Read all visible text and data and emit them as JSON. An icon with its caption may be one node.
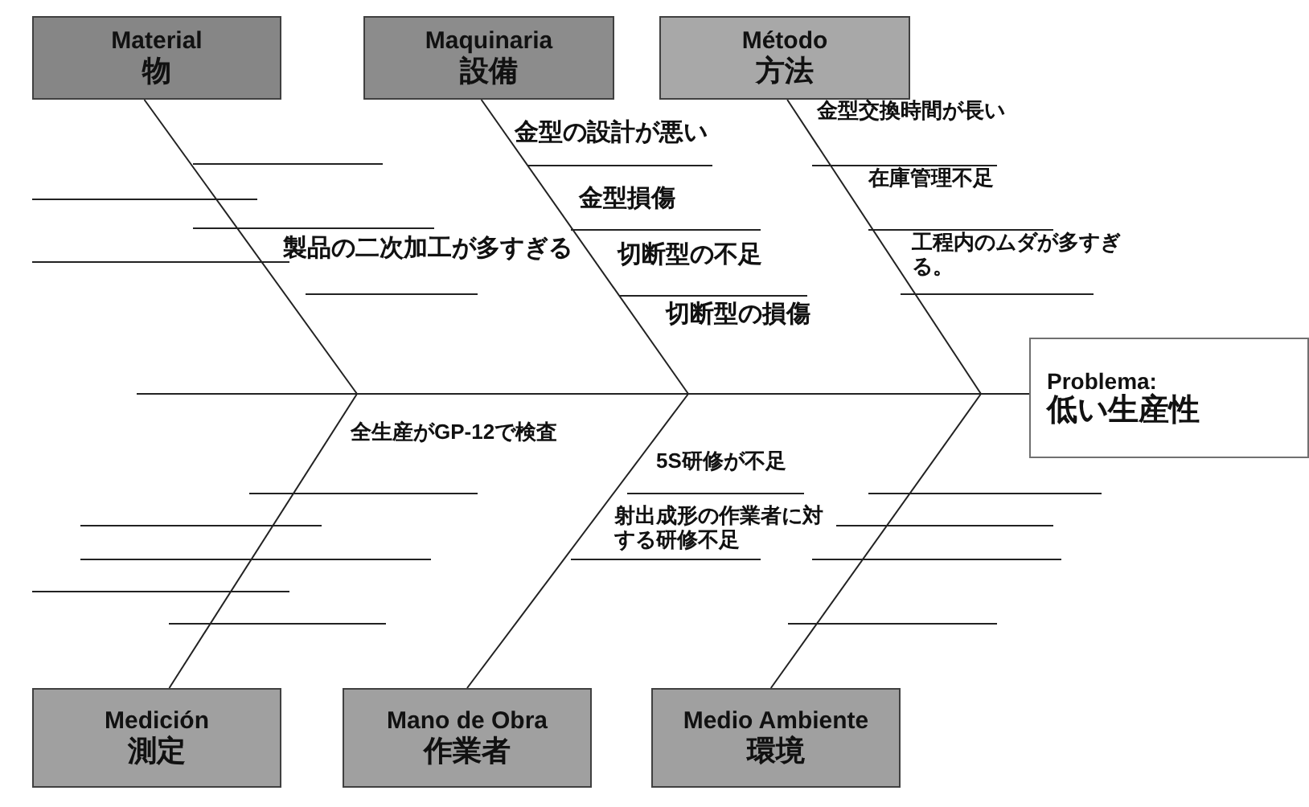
{
  "diagram": {
    "nodes": [
      {
        "text": [
          "Material",
          "物"
        ]
      },
      {
        "text": [
          "Maquinaria",
          "設備"
        ]
      },
      {
        "text": [
          "Método",
          "方法"
        ]
      },
      {
        "text": [
          "Problema:",
          "低い生産性"
        ]
      },
      {
        "text": [
          "Medición",
          "測定"
        ]
      },
      {
        "text": [
          "Mano de Obra",
          "作業者"
        ]
      },
      {
        "text": [
          "Medio Ambiente",
          "環境"
        ]
      }
    ],
    "edges": [
      {
        "from": 0,
        "to": null,
        "arrow": "none"
      },
      {
        "from": 1,
        "to": null,
        "arrow": "none"
      },
      {
        "from": 2,
        "to": null,
        "arrow": "none"
      },
      {
        "from": 4,
        "to": null,
        "arrow": "none"
      },
      {
        "from": 5,
        "to": null,
        "arrow": "none"
      },
      {
        "from": 6,
        "to": null,
        "arrow": "none"
      },
      {
        "from": null,
        "to": 3,
        "arrow": "none"
      }
    ],
    "labels": [
      "金型の設計が悪い",
      "金型交換時間が長い",
      "金型損傷",
      "在庫管理不足",
      "製品の二次加工が多すぎる",
      "切断型の不足",
      "工程内のムダが多すぎる。",
      "切断型の損傷",
      "全生産がGP-12で検査",
      "5S研修が不足",
      "射出成形の作業者に対する研修不足"
    ]
  }
}
